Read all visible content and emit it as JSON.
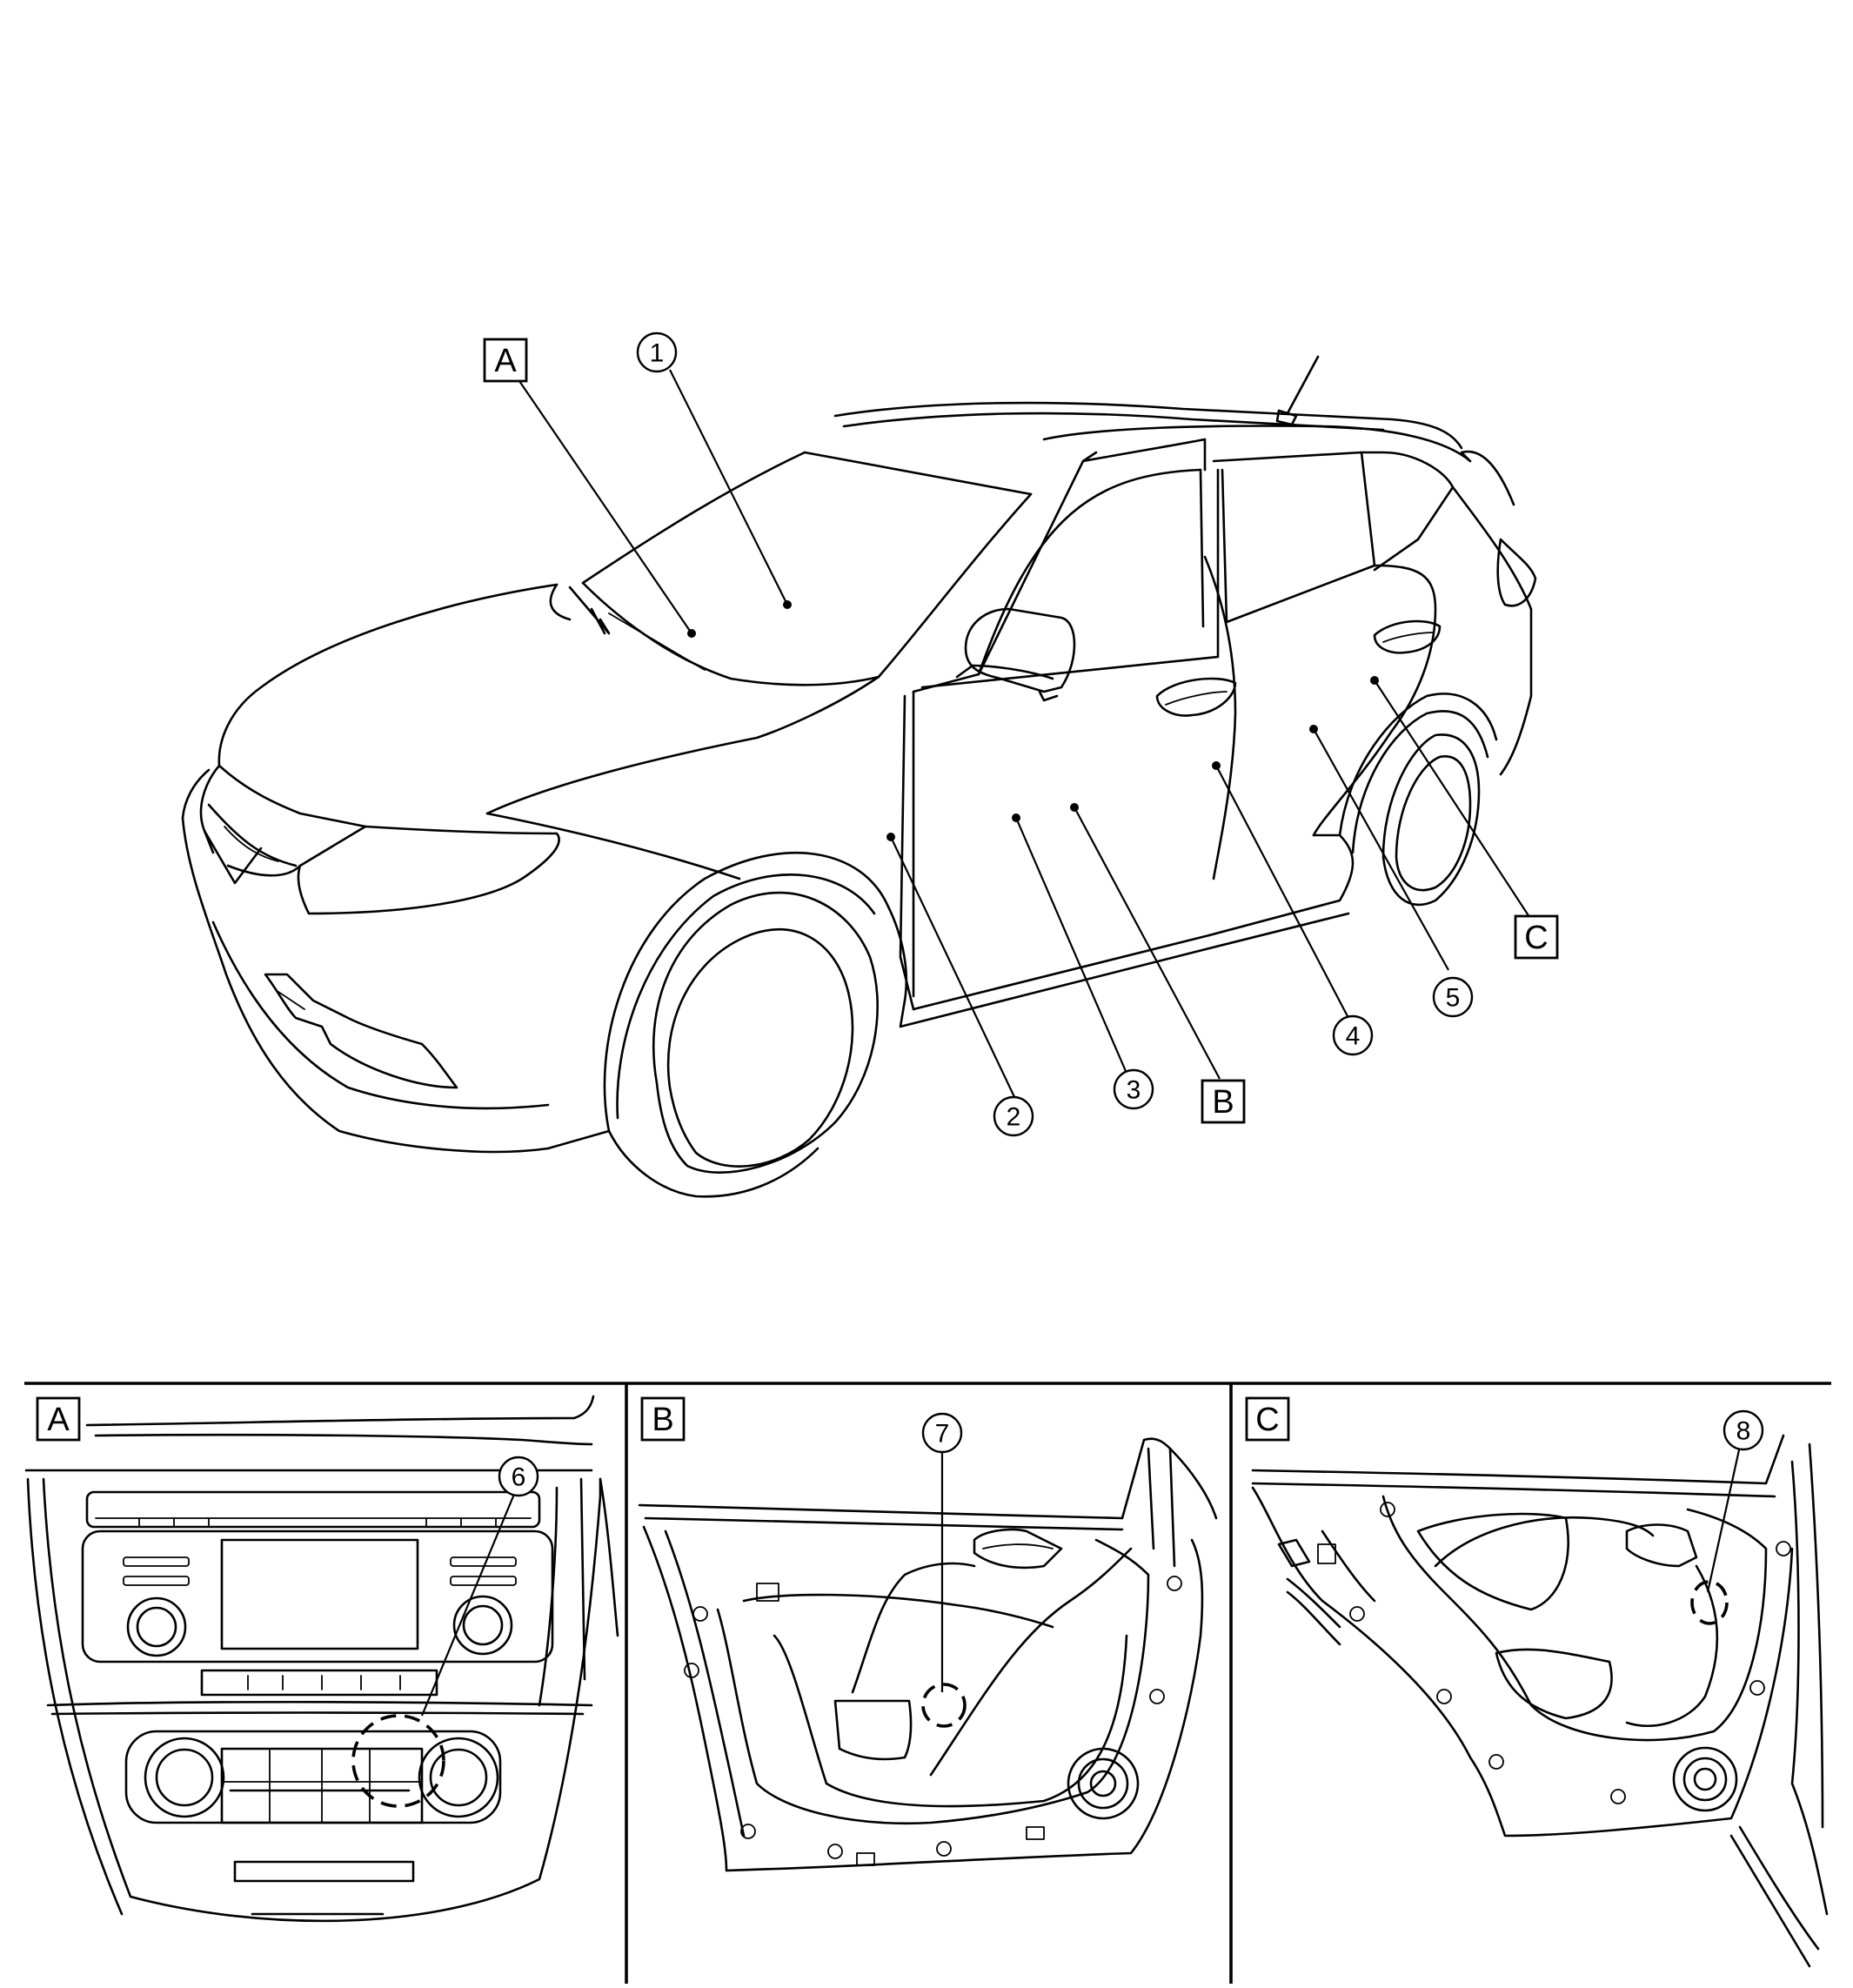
{
  "callouts": {
    "c1": "1",
    "c2": "2",
    "c3": "3",
    "c4": "4",
    "c5": "5",
    "c6": "6",
    "c7": "7",
    "c8": "8"
  },
  "view_labels": {
    "a": "A",
    "b": "B",
    "c": "C"
  },
  "panels": [
    {
      "label": "A",
      "callout": "6"
    },
    {
      "label": "B",
      "callout": "7"
    },
    {
      "label": "C",
      "callout": "8"
    }
  ]
}
